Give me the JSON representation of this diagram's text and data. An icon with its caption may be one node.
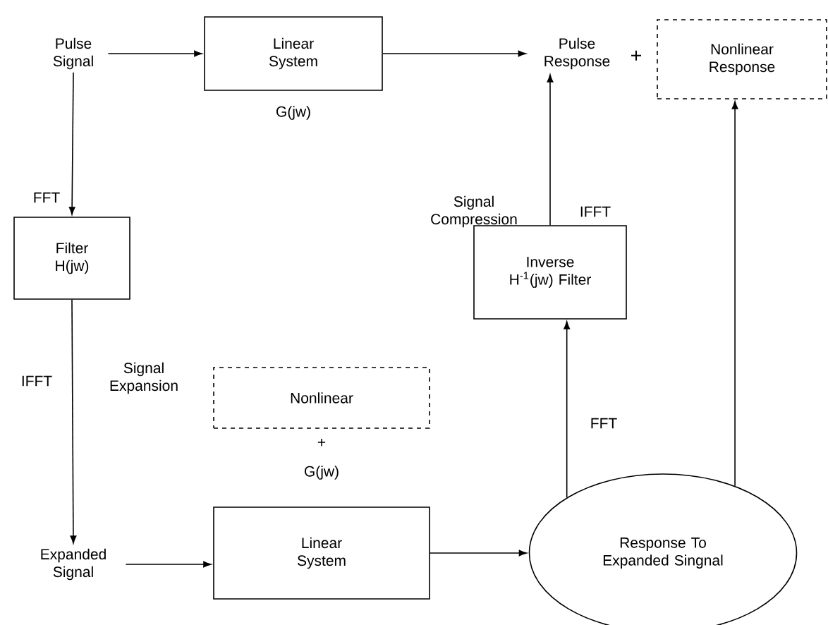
{
  "diagram": {
    "nodes": [
      {
        "text": [
          "Pulse Signal"
        ]
      },
      {
        "text": [
          "Linear System"
        ],
        "beside": [
          "G(jw)"
        ]
      },
      {
        "text": [
          "Pulse Response"
        ]
      },
      {
        "text": [
          "Nonlinear Response"
        ]
      },
      {
        "text": [
          "Filter H(jw)"
        ]
      },
      {
        "text": [
          "Inverse H$^{-1}$(jw) Filter"
        ]
      },
      {
        "text": [
          "Nonlinear"
        ]
      },
      {
        "text": [
          "Expanded Signal"
        ]
      },
      {
        "text": [
          "Linear System"
        ]
      },
      {
        "text": [
          "Response To Expanded Singnal"
        ]
      }
    ],
    "edges": [
      {
        "from": 0,
        "to": 1,
        "arrow": "to"
      },
      {
        "from": 1,
        "to": 2,
        "arrow": "to"
      },
      {
        "from": 0,
        "to": 4,
        "arrow": "to",
        "label": "FFT"
      },
      {
        "from": 4,
        "to": 7,
        "arrow": "to",
        "label": "IFFT"
      },
      {
        "from": 7,
        "to": 8,
        "arrow": "to"
      },
      {
        "from": 8,
        "to": 9,
        "arrow": "to"
      },
      {
        "from": 9,
        "to": 5,
        "arrow": "to",
        "label": "FFT"
      },
      {
        "from": 5,
        "to": 2,
        "arrow": "to",
        "label": "IFFT"
      },
      {
        "from": 9,
        "to": 3,
        "arrow": "to"
      }
    ],
    "labels": [
      "+",
      "Signal Compression",
      "Signal Expansion",
      "+",
      "G(jw)"
    ]
  }
}
